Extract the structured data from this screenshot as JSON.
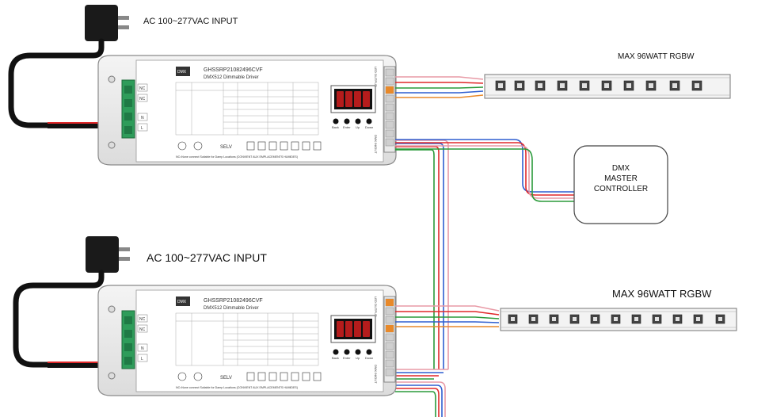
{
  "labels": {
    "ac_input_top": "AC 100~277VAC INPUT",
    "ac_input_bottom": "AC 100~277VAC INPUT",
    "strip_top": "MAX 96WATT RGBW",
    "strip_bottom": "MAX 96WATT RGBW",
    "controller_line1": "DMX",
    "controller_line2": "MASTER",
    "controller_line3": "CONTROLLER"
  },
  "driver": {
    "model": "GHSSRP21082496CVF",
    "subtitle": "DMX512 Dimmable Driver",
    "brand": "DMX",
    "buttons": [
      "Back",
      "Enter",
      "Up",
      "Down"
    ],
    "input_terminals": [
      "NC",
      "NC",
      "N",
      "L"
    ],
    "output_label": "LED OUTPUT",
    "dmx_label": "DMX IN/OUT",
    "selv": "SELV",
    "footer": "NC=None connect   Suitable for Damp Locations (CONVIENT AUX EMPLACEMENTS HUMIDES)"
  },
  "colors": {
    "wire_red": "#e0282a",
    "wire_black": "#111111",
    "wire_pink": "#e89aa6",
    "wire_blue": "#2f5fd0",
    "wire_green": "#2a9a3a",
    "wire_orange": "#e8892a",
    "terminal_green": "#2e9c5a"
  }
}
